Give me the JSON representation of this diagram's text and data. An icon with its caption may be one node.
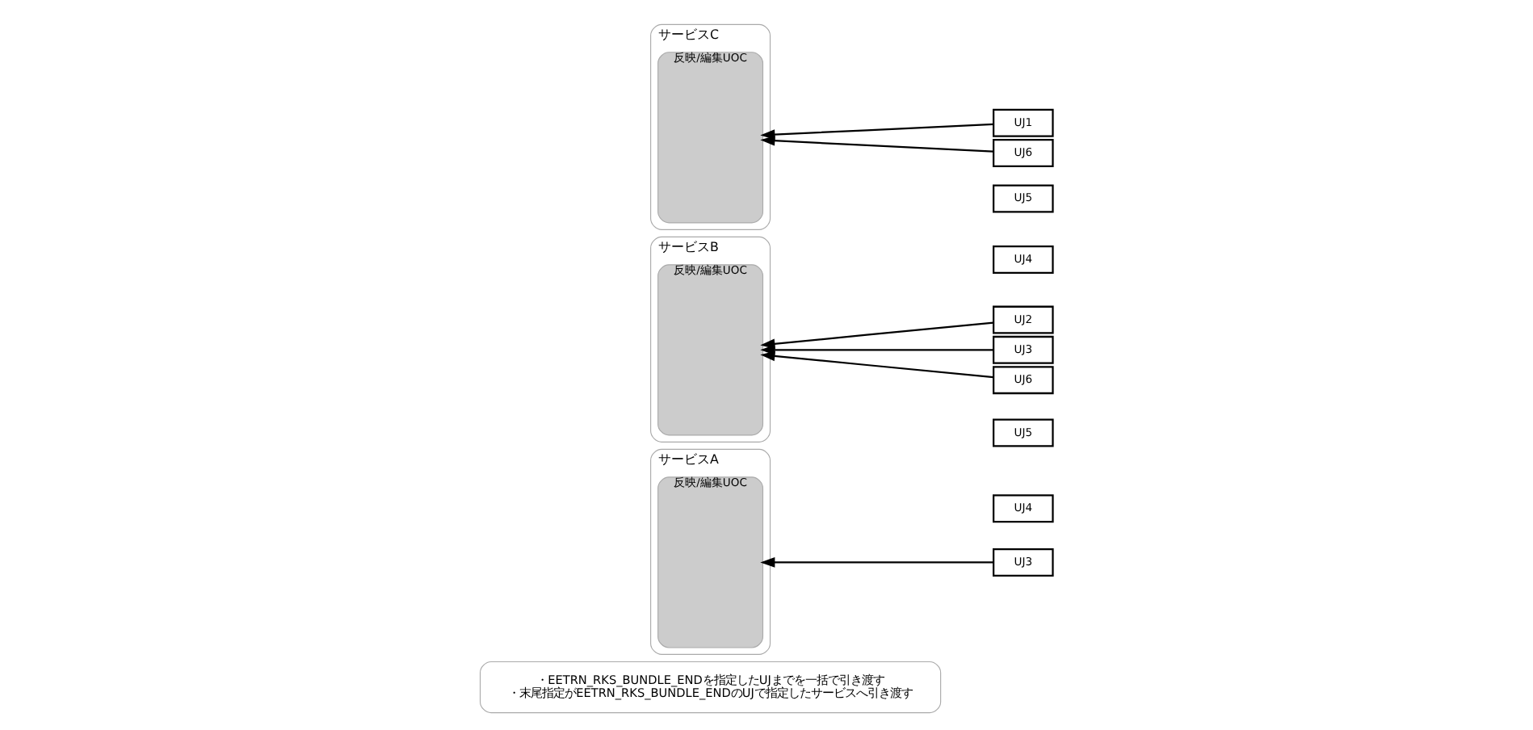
{
  "diagram": {
    "nodes": [
      {
        "text": [
          "・EETRN_RKS_BUNDLE_ENDを指定したUJまでを一括で引き渡す",
          "・末尾指定がEETRN_RKS_BUNDLE_ENDのUJで指定したサービスへ引き渡す"
        ]
      },
      {
        "text": [
          "サービスA"
        ]
      },
      {
        "text": [
          "反映/編集UOC"
        ],
        "in": 1
      },
      {
        "text": [
          "UJ3"
        ]
      },
      {
        "text": [
          "UJ4"
        ]
      },
      {
        "text": [
          "UJ5"
        ]
      },
      {
        "text": [
          "サービスB"
        ]
      },
      {
        "text": [
          "反映/編集UOC"
        ],
        "in": 6
      },
      {
        "text": [
          "UJ2"
        ]
      },
      {
        "text": [
          "UJ3"
        ]
      },
      {
        "text": [
          "UJ4"
        ]
      },
      {
        "text": [
          "UJ5"
        ]
      },
      {
        "text": [
          "UJ6"
        ]
      },
      {
        "text": [
          "サービスC"
        ]
      },
      {
        "text": [
          "反映/編集UOC"
        ],
        "in": 13
      },
      {
        "text": [
          "UJ1"
        ]
      },
      {
        "text": [
          "UJ6"
        ]
      }
    ],
    "edges": [
      {
        "from": 3,
        "to": 2,
        "arrow": "to"
      },
      {
        "from": 8,
        "to": 7,
        "arrow": "to"
      },
      {
        "from": 9,
        "to": 7,
        "arrow": "to"
      },
      {
        "from": 12,
        "to": 7,
        "arrow": "to"
      },
      {
        "from": 15,
        "to": 14,
        "arrow": "to"
      },
      {
        "from": 16,
        "to": 14,
        "arrow": "to"
      }
    ]
  }
}
